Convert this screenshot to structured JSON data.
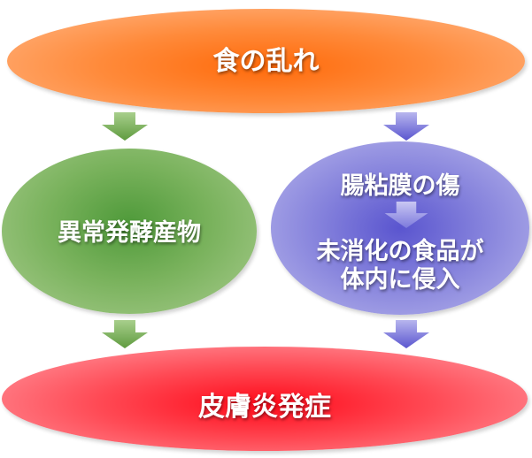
{
  "nodes": {
    "top": "食の乱れ",
    "left": "異常発酵産物",
    "right_top": "腸粘膜の傷",
    "right_bottom_line1": "未消化の食品が",
    "right_bottom_line2": "体内に侵入",
    "bottom": "皮膚炎発症"
  },
  "colors": {
    "top_ellipse": "#ff6a0a",
    "left_ellipse": "#79b25c",
    "right_ellipse": "#8582dc",
    "bottom_ellipse": "#ff2a35",
    "green_arrow": "#7fb35a",
    "blue_arrow": "#7c7ad8"
  }
}
